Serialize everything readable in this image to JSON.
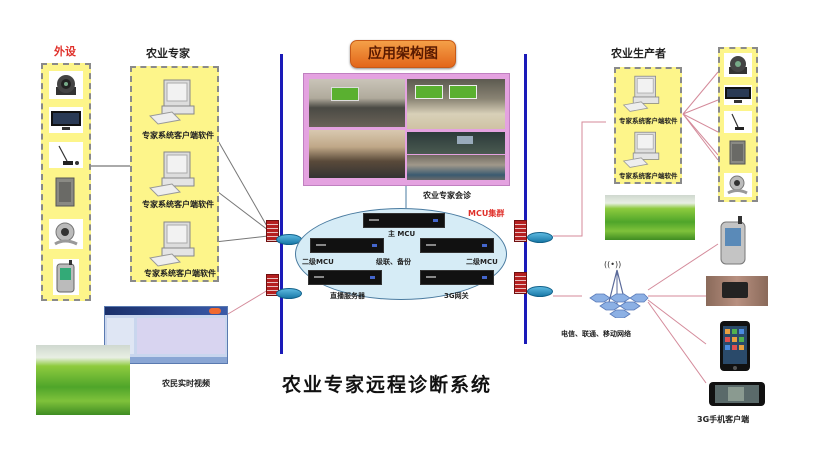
{
  "banner": {
    "label": "应用架构图"
  },
  "main_title": "农业专家远程诊断系统",
  "left": {
    "peripherals": {
      "title": "外设",
      "title_color": "#e0302a",
      "devices": [
        "camera",
        "monitor",
        "microphone",
        "speaker",
        "webcam",
        "pda-phone"
      ]
    },
    "experts": {
      "title": "农业专家",
      "clients": [
        {
          "label": "专家系统客户端软件"
        },
        {
          "label": "专家系统客户端软件"
        },
        {
          "label": "专家系统客户端软件"
        }
      ]
    },
    "farmer_video": {
      "label": "农民实时视频"
    }
  },
  "center": {
    "consultation": {
      "label": "农业专家会诊"
    },
    "mcu_cluster": {
      "title": "MCU集群",
      "title_color": "#e0302a",
      "main_mcu": "主 MCU",
      "secondary_left": "二级MCU",
      "secondary_right": "二级MCU",
      "cascade": "级联、备份",
      "streaming": "直播服务器",
      "gateway": "3G网关"
    }
  },
  "right": {
    "producers": {
      "title": "农业生产者",
      "clients": [
        {
          "label": "专家系统客户端软件"
        },
        {
          "label": "专家系统客户端软件"
        }
      ]
    },
    "peripherals": {
      "devices": [
        "camera",
        "monitor",
        "microphone",
        "speaker",
        "webcam"
      ]
    },
    "network": {
      "label": "电信、联通、移动网络"
    },
    "mobile": {
      "label": "3G手机客户端",
      "devices": [
        "pda-phone",
        "handheld-video",
        "smartphone",
        "landscape-phone"
      ]
    }
  },
  "colors": {
    "backbone": "#1a1ab8",
    "dashed_box_fill": "#fdf58a",
    "photo_frame": "#e4a2e0",
    "mcu_ellipse": "#d6ecf6",
    "link_line_red": "#d48a9a",
    "link_line_gray": "#777777"
  }
}
